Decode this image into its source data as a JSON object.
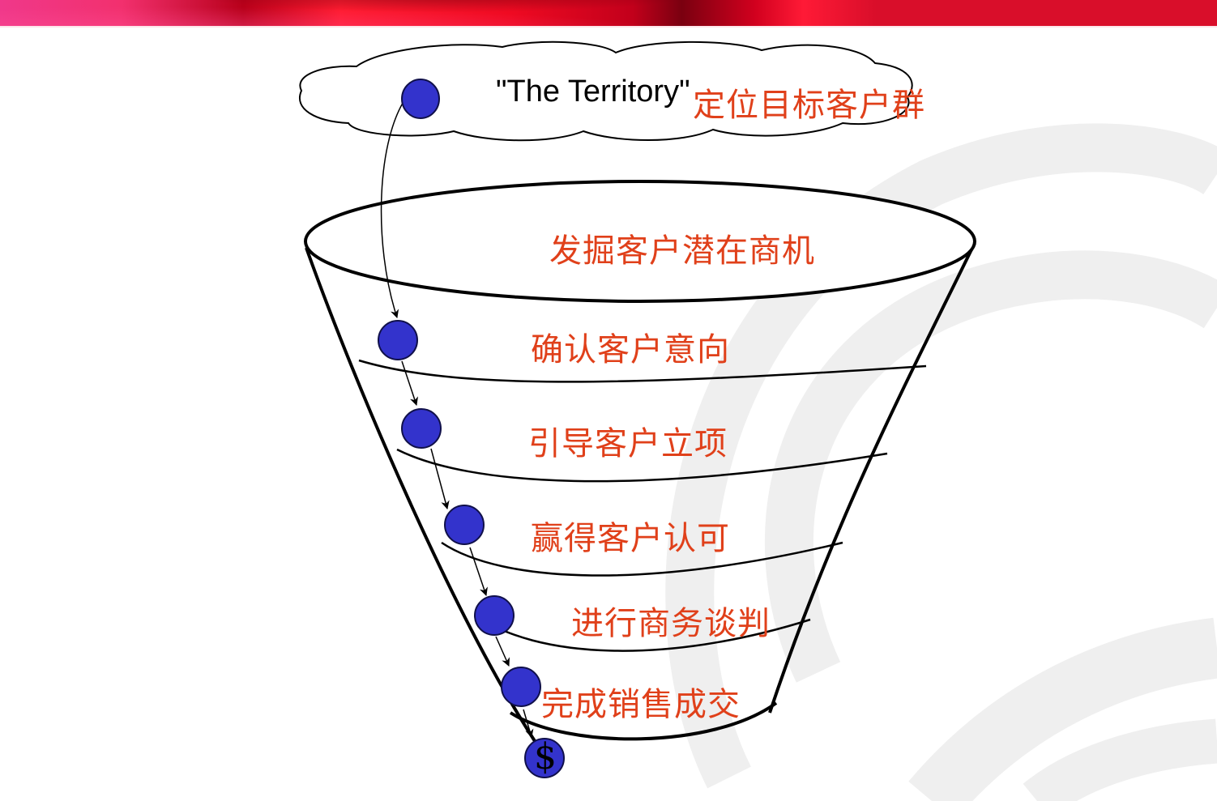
{
  "slide": {
    "cloud": {
      "title": "\"The Territory\"",
      "label": "定位目标客户群"
    },
    "stages": [
      {
        "label": "发掘客户潜在商机"
      },
      {
        "label": "确认客户意向"
      },
      {
        "label": "引导客户立项"
      },
      {
        "label": "赢得客户认可"
      },
      {
        "label": "进行商务谈判"
      },
      {
        "label": "完成销售成交"
      }
    ],
    "result_symbol": "$"
  },
  "colors": {
    "banner": "#d90e2a",
    "label_text": "#e0401a",
    "ball_fill": "#3333cc",
    "ball_stroke": "#10104a",
    "outline": "#000000",
    "watermark": "#efefef"
  }
}
